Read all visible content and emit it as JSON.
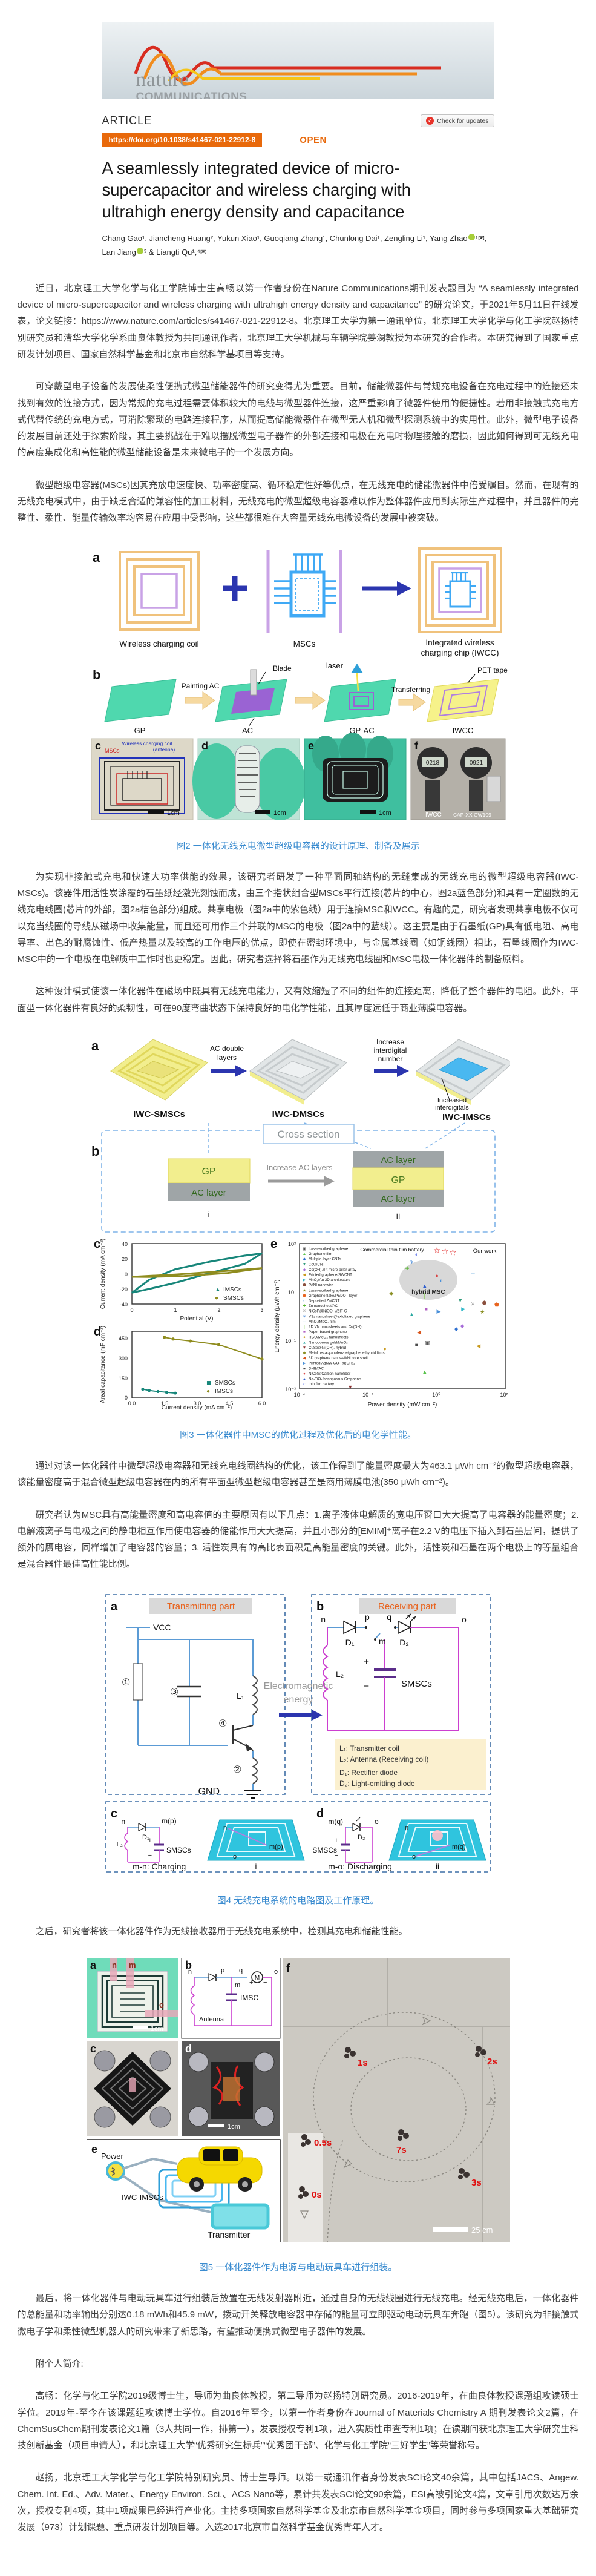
{
  "colors": {
    "accent_orange": "#e8690b",
    "caption_blue": "#3b8cd0",
    "coil_orange": "#f0c27c",
    "purple": "#c9a2e6",
    "msc_blue": "#3fa9f5",
    "teal_sheet": "#4fd8ae",
    "gp_yellow": "#f2ee8e"
  },
  "header": {
    "journal_line1": "nature",
    "journal_line2": "COMMUNICATIONS",
    "article_label": "ARTICLE",
    "doi": "https://doi.org/10.1038/s41467-021-22912-8",
    "open_label": "OPEN",
    "check_updates_label": "Check for updates",
    "title": "A seamlessly integrated device of micro-supercapacitor and wireless charging with ultrahigh energy density and capacitance",
    "authors_part1": "Chang Gao¹, Jiancheng Huang², Yukun Xiao¹, Guoqiang Zhang¹, Chunlong Dai¹, Zengling Li¹, Yang Zhao",
    "authors_part2": "¹✉, Lan Jiang",
    "authors_part3": "³ & Liangti Qu¹,⁴✉"
  },
  "body": {
    "p1": "近日，北京理工大学化学与化工学院博士生高畅以第一作者身份在Nature Communications期刊发表题目为 “A seamlessly integrated device of micro-supercapacitor and wireless charging with ultrahigh energy density and capacitance” 的研究论文，于2021年5月11日在线发表，论文链接：https://www.nature.com/articles/s41467-021-22912-8。北京理工大学为第一通讯单位，北京理工大学化学与化工学院赵扬特别研究员和清华大学化学系曲良体教授为共同通讯作者，北京理工大学机械与车辆学院姜澜教授为本研究的合作者。本研究得到了国家重点研发计划项目、国家自然科学基金和北京市自然科学基项目等支持。",
    "p2": "可穿戴型电子设备的发展使柔性便携式微型储能器件的研究变得尤为重要。目前，储能微器件与常规充电设备在充电过程中的连接还未找到有效的连接方式，因为常规的充电过程需要体积较大的电线与微型器件连接，这严重影响了微器件使用的便捷性。若用非接触式充电方式代替传统的充电方式，可消除繁琐的电路连接程序，从而提高储能微器件在微型无人机和微型探测系统中的实用性。此外，微型电子设备的发展目前还处于探索阶段，其主要挑战在于难以摆脱微型电子器件的外部连接和电极在充电时物理接触的磨损，因此如何得到可无线充电的高度集成化和高性能的微型储能设备是未来微电子的一个发展方向。",
    "p3": "微型超级电容器(MSCs)因其充放电速度快、功率密度高、循环稳定性好等优点，在无线充电的储能微器件中倍受瞩目。然而，在现有的无线充电模式中，由于缺乏合适的兼容性的加工材料，无线充电的微型超级电容器难以作为整体器件应用到实际生产过程中，并且器件的完整性、柔性、能量传输效率均容易在应用中受影响，这些都很难在大容量无线充电微设备的发展中被突破。",
    "p4": "为实现非接触式充电和快速大功率供能的效果，该研究者研发了一种平面同轴结构的无缝集成的无线充电的微型超级电容器(IWC-MSCs)。该器件用活性炭涂覆的石墨纸经激光刻蚀而成，由三个指状组合型MSCs平行连接(芯片的中心，图2a蓝色部分)和具有一定圈数的无线充电线圈(芯片的外部，图2a桔色部分)组成。共享电极（图2a中的紫色线）用于连接MSC和WCC。有趣的是，研究者发现共享电极不仅可以充当线圈的导线从磁场中收集能量，而且还可用作三个并联的MSC的电极（图2a中的蓝线）。这主要是由于石墨纸(GP)具有低电阻、高电导率、出色的耐腐蚀性、低产热量以及较高的工作电压的优点，即使在密封环境中，与金属基线圈（如铜线圈）相比，石墨线圈作为IWC-MSC中的一个电极在电解质中工作时也更稳定。因此，研究者选择将石墨作为无线充电线圈和MSC电极一体化器件的制备原料。",
    "p5": "这种设计模式使该一体化器件在磁场中既具有无线充电能力，又有效缩短了不同的组件的连接距离，降低了整个器件的电阻。此外，平面型一体化器件有良好的柔韧性，可在90度弯曲状态下保持良好的电化学性能，且其厚度远低于商业薄膜电容器。",
    "p6": "通过对该一体化器件中微型超级电容器和无线充电线圈结构的优化，该工作得到了能量密度最大为463.1 μWh cm⁻²的微型超级电容器，该能量密度高于混合微型超级电容器在内的所有平面型微型超级电容器甚至是商用薄膜电池(350 μWh cm⁻²)。",
    "p7": "研究者认为MSC具有高能量密度和高电容值的主要原因有以下几点：1.离子液体电解质的宽电压窗口大大提高了电容器的能量密度；2. 电解液离子与电极之间的静电相互作用使电容器的储能作用大大提高，并且小部分的[EMIM]⁺离子在2.2 V的电压下插入到石墨层间，提供了额外的赝电容，同样增加了电容器的容量；3. 活性炭具有的高比表面积是高能量密度的关键。此外，活性炭和石墨在两个电极上的等量组合是混合器件最佳高性能比例。",
    "p8": "之后，研究者将该一体化器件作为无线接收器用于无线充电系统中，检测其充电和储能性能。",
    "p9": "最后，将一体化器件与电动玩具车进行组装后放置在无线发射器附近，通过自身的无线线圈进行无线充电。经无线充电后，一体化器件的总能量和功率输出分别达0.18 mWh和45.9 mW，拨动开关释放电容器中存储的能量可立即驱动电动玩具车奔跑（图5）。该研究为非接触式微电子学和柔性微型机器人的研究带来了新思路，有望推动便携式微型电子器件的发展。",
    "p10": "附个人简介:",
    "p11": "高畅：化学与化工学院2019级博士生，导师为曲良体教授，第二导师为赵扬特别研究员。2016-2019年，在曲良体教授课题组攻读硕士学位。2019年-至今在该课题组攻读博士学位。自2016年至今，以第一作者身份在Journal of Materials Chemistry A 期刊发表论文2篇，在ChemSusChem期刊发表论文1篇（3人共同一作，排第一），发表授权专利1项，进入实质性审查专利1项；在读期间获北京理工大学研究生科技创新基金（项目申请人），和北京理工大学“优秀研究生标兵”“优秀团干部”、化学与化工学院“三好学生”等荣誉称号。",
    "p12": "赵扬，北京理工大学化学与化工学院特别研究员、博士生导师。以第一或通讯作者身份发表SCI论文40余篇，其中包括JACS、Angew. Chem. Int. Ed.、Adv. Mater.、Energy Environ. Sci.、ACS Nano等，累计共发表SCI论文90余篇，ESI高被引论文4篇，文章引用次数达万余次，授权专利4项，其中1项成果已经进行产业化。主持多项国家自然科学基金及北京市自然科学基金项目，同时参与多项国家重大基础研究发展（973）计划课题、重点研发计划项目等。入选2017北京市自然科学基金优秀青年人才。"
  },
  "figures": {
    "fig2": {
      "caption": "图2 一体化无线充电微型超级电容器的设计原理、制备及展示",
      "labels": {
        "a": "a",
        "coil": "Wireless charging coil",
        "mscs": "MSCs",
        "iwcc1": "Integrated wireless",
        "iwcc2": "charging chip (IWCC)",
        "b": "b",
        "painting": "Painting AC",
        "blade": "Blade",
        "laser": "laser",
        "transferring": "Transferring",
        "pet": "PET tape",
        "gp": "GP",
        "ac": "AC",
        "gpac": "GP-AC",
        "iwcc": "IWCC",
        "c": "c",
        "c_coil1": "Wireless charging coil",
        "c_coil2": "(antenna)",
        "c_mscs": "MSCs",
        "scale": "1cm",
        "d": "d",
        "e": "e",
        "f": "f",
        "f_left": "IWCC",
        "f_right": "CAP-XX GW109",
        "lcd1": "0218",
        "lcd2": "0921"
      }
    },
    "fig3": {
      "caption": "图3 一体化器件中MSC的优化过程及优化后的电化学性能。",
      "labels": {
        "a": "a",
        "arrow1a": "AC double",
        "arrow1b": "layers",
        "arrow2a": "Increase",
        "arrow2b": "interdigital",
        "arrow2c": "number",
        "inc1": "Increased",
        "inc2": "interdigitals",
        "smsc": "IWC-SMSCs",
        "dmsc": "IWC-DMSCs",
        "imsc": "IWC-IMSCs",
        "b": "b",
        "cross": "Cross section",
        "gp": "GP",
        "acl": "AC layer",
        "i": "i",
        "inc_ac": "Increase AC layers",
        "acl2": "AC layer",
        "gp2": "GP",
        "acl3": "AC layer",
        "ii": "ii",
        "c": "c",
        "d": "d",
        "e": "e"
      }
    },
    "fig4": {
      "caption": "图4 无线充电系统的电路图及工作原理。",
      "labels": {
        "a": "a",
        "trans": "Transmitting part",
        "vcc": "VCC",
        "gnd": "GND",
        "l1": "L₁",
        "n1": "①",
        "n2": "②",
        "n3": "③",
        "n4": "④",
        "em1": "Electromagnetic",
        "em2": "energy",
        "b": "b",
        "recv": "Receiving part",
        "n": "n",
        "p": "p",
        "q": "q",
        "o": "o",
        "m": "m",
        "d1": "D₁",
        "d2": "D₂",
        "l2": "L₂",
        "smsc": "SMSCs",
        "plus": "+",
        "minus": "−",
        "leg1": "L₁: Transmitter coil",
        "leg2": "L₂: Antenna (Receiving coil)",
        "leg3": "D₁: Rectifier diode",
        "leg4": "D₂: Light-emitting diode",
        "c": "c",
        "cn": "n",
        "cmp": "m(p)",
        "cd1": "D₁",
        "cl2": "L₂",
        "csm": "SMSCs",
        "cplus": "+",
        "cminus": "−",
        "ccharge": "m-n: Charging",
        "ci": "i",
        "cgn": "n",
        "cgo": "o",
        "cgmp": "m(p)",
        "d": "d",
        "dmq": "m(q)",
        "do": "o",
        "dd2": "D₂",
        "dsm": "SMSCs",
        "dplus": "+",
        "dminus": "−",
        "ddis": "m-o: Discharging",
        "dii": "ii",
        "dgn": "n",
        "dgo": "o",
        "dgmq": "m(q)"
      }
    },
    "fig5": {
      "caption": "图5 一体化器件作为电源与电动玩具车进行组装。",
      "labels": {
        "a": "a",
        "an": "n",
        "am": "m",
        "ao": "o",
        "scale1": "1cm",
        "b": "b",
        "bn": "n",
        "bp": "p",
        "bq": "q",
        "bo": "o",
        "bm": "m",
        "bM": "M",
        "bimsc": "IMSC",
        "bant": "Antenna",
        "bplus": "+",
        "bminus": "−",
        "c": "c",
        "d": "d",
        "scale2": "1cm",
        "e": "e",
        "power": "Power",
        "iwc": "IWC-IMSCs",
        "transmitter": "Transmitter",
        "f": "f",
        "t0": "0s",
        "t05": "0.5s",
        "t1": "1s",
        "t2": "2s",
        "t3": "3s",
        "t7": "7s",
        "scale3": "25 cm"
      }
    }
  },
  "chart_data": [
    {
      "type": "line",
      "panel": "fig3-c",
      "xlabel": "Potential (V)",
      "ylabel": "Current density (mA cm⁻²)",
      "xlim": [
        0,
        3
      ],
      "ylim": [
        -40,
        40
      ],
      "xticks": [
        0,
        1,
        2,
        3
      ],
      "yticks": [
        40,
        20,
        0,
        -20,
        -40
      ],
      "series": [
        {
          "name": "IMSCs",
          "marker": "▲",
          "color": "#17867a",
          "loop": [
            [
              0,
              -25
            ],
            [
              0.4,
              -8
            ],
            [
              1,
              6
            ],
            [
              1.8,
              16
            ],
            [
              2.6,
              24
            ],
            [
              3,
              27
            ],
            [
              2.6,
              13
            ],
            [
              1.8,
              1
            ],
            [
              1,
              -12
            ],
            [
              0.4,
              -20
            ]
          ]
        },
        {
          "name": "SMSCs",
          "marker": "●",
          "color": "#8f8c1e",
          "loop": [
            [
              0,
              -4
            ],
            [
              1,
              -1
            ],
            [
              2,
              3
            ],
            [
              3,
              7.5
            ],
            [
              2.2,
              1
            ],
            [
              1.2,
              -3
            ],
            [
              0.4,
              -4.2
            ]
          ]
        }
      ]
    },
    {
      "type": "line",
      "panel": "fig3-d",
      "xlabel": "Current density (mA cm⁻²)",
      "ylabel": "Areal capacitance (mF cm⁻²)",
      "xlim": [
        0,
        6
      ],
      "ylim": [
        0,
        500
      ],
      "xticks": [
        "0.0",
        "1.5",
        "3.0",
        "4.5",
        "6.0"
      ],
      "yticks": [
        450,
        300,
        150,
        0
      ],
      "series": [
        {
          "name": "SMSCs",
          "marker": "◼",
          "color": "#17867a",
          "x": [
            0.5,
            0.8,
            1.2,
            1.6,
            2.0
          ],
          "y": [
            65,
            56,
            48,
            42,
            36
          ]
        },
        {
          "name": "IMSCs",
          "marker": "●",
          "color": "#8f8c1e",
          "x": [
            1.5,
            1.9,
            2.7,
            4.0,
            6.0
          ],
          "y": [
            455,
            442,
            427,
            400,
            292
          ]
        }
      ]
    },
    {
      "type": "scatter",
      "panel": "fig3-e",
      "xlabel": "Power density (mW cm⁻²)",
      "ylabel": "Energy density (μWh cm⁻²)",
      "xticks": [
        "10⁻⁴",
        "10⁻²",
        "10⁰",
        "10²"
      ],
      "yticks": [
        "10³",
        "10¹",
        "10⁻¹",
        "10⁻³"
      ],
      "annotations": {
        "commercial": "Commercial thin film battery",
        "our_work": "Our work",
        "hybrid": "hybrid MSC"
      },
      "our_work_value_uWh_cm2": 463.1,
      "commercial_battery_value_uWh_cm2": 350,
      "legend": [
        {
          "ch": "▣",
          "color": "#555555",
          "label": "Laser-scribed graphene"
        },
        {
          "ch": "▲",
          "color": "#58c24a",
          "label": "Graphene film"
        },
        {
          "ch": "◆",
          "color": "#2e6fd0",
          "label": "Multiple-layer CNTs"
        },
        {
          "ch": "▼",
          "color": "#2f9a7a",
          "label": "CoO/CNT"
        },
        {
          "ch": "◆",
          "color": "#a66bd8",
          "label": "Co(OH)₂/Pt micro-pillar array"
        },
        {
          "ch": "◀",
          "color": "#c99a1e",
          "label": "Printed graphene/SWCNT"
        },
        {
          "ch": "▶",
          "color": "#30b8c9",
          "label": "MnO₂/Au 3D architecture"
        },
        {
          "ch": "⬢",
          "color": "#8a4f3d",
          "label": "PANI nanowire"
        },
        {
          "ch": "★",
          "color": "#8a8f23",
          "label": "Laser-scribed graphene"
        },
        {
          "ch": "⬟",
          "color": "#e8641f",
          "label": "Graphene flake/PEDOT layer"
        },
        {
          "ch": "◐",
          "color": "#4a90d9",
          "label": "Deposited Zn/CNT"
        },
        {
          "ch": "✚",
          "color": "#58b531",
          "label": "Zn nanosheet/AC"
        },
        {
          "ch": "✕",
          "color": "#9a9a9a",
          "label": "NiCoP@NiOOH//ZIF-C"
        },
        {
          "ch": "✳",
          "color": "#1e6fd0",
          "label": "VS₂ nanosheet@exfoliated graphene"
        },
        {
          "ch": "─",
          "color": "#9ec7e8",
          "label": "MnO₂/MoO₂ film"
        },
        {
          "ch": "❘",
          "color": "#7ac943",
          "label": "2D VN nanosheets and Co(OH)₂"
        },
        {
          "ch": "■",
          "color": "#b05fc2",
          "label": "Paper-based graphene"
        },
        {
          "ch": "●",
          "color": "#c99a1e",
          "label": "RGO/MoO₃ nanosheets"
        },
        {
          "ch": "▲",
          "color": "#28a8a0",
          "label": "Nanoporous gold/MnO₂"
        },
        {
          "ch": "▼",
          "color": "#8a3030",
          "label": "CuSe@Ni(OH)₂ hybrid"
        },
        {
          "ch": "◆",
          "color": "#8a8f23",
          "label": "Metal hexacyanoferrate/graphene hybrid films"
        },
        {
          "ch": "◀",
          "color": "#d9571e",
          "label": "3D graphene nanowall/Ni core shell"
        },
        {
          "ch": "▶",
          "color": "#4a90d9",
          "label": "Printed AgNW-GO-Ru(OH)₃"
        },
        {
          "ch": "■",
          "color": "#4a4a4a",
          "label": "DHB//AC"
        },
        {
          "ch": "●",
          "color": "#d94040",
          "label": "NiCoS//Carbon nanofiber"
        },
        {
          "ch": "▲",
          "color": "#2f5fd0",
          "label": "Na₄TiO₄/nanoporous Graphene"
        },
        {
          "ch": "◐",
          "color": "#1f3ce0",
          "label": "thin film battery"
        }
      ],
      "points": [
        {
          "p": 2.2,
          "e": 480,
          "ch": "☆",
          "color": "#e0201f",
          "s": 14
        },
        {
          "p": 4.0,
          "e": 430,
          "ch": "☆",
          "color": "#e0201f",
          "s": 14
        },
        {
          "p": 7.0,
          "e": 390,
          "ch": "☆",
          "color": "#e0201f",
          "s": 14
        },
        {
          "p": 0.5,
          "e": 350,
          "ch": "◐",
          "color": "#1f3ce0"
        },
        {
          "p": 0.35,
          "e": 170,
          "ch": "✳",
          "color": "#1e6fd0"
        },
        {
          "p": 0.25,
          "e": 95,
          "ch": "✚",
          "color": "#58b531"
        },
        {
          "p": 0.9,
          "e": 7,
          "ch": "❘",
          "color": "#7ac943"
        },
        {
          "p": 30,
          "e": 60,
          "ch": "─",
          "color": "#9ec7e8"
        },
        {
          "p": 0.35,
          "e": 1.2,
          "ch": "▲",
          "color": "#28a8a0"
        },
        {
          "p": 1,
          "e": 2,
          "ch": "■",
          "color": "#b05fc2"
        },
        {
          "p": 0.08,
          "e": 9,
          "ch": "◆",
          "color": "#8a8f23"
        },
        {
          "p": 70,
          "e": 3.5,
          "ch": "⬢",
          "color": "#8a4f3d"
        },
        {
          "p": 170,
          "e": 3,
          "ch": "⬟",
          "color": "#e8641f"
        },
        {
          "p": 60,
          "e": 1.5,
          "ch": "★",
          "color": "#8a8f23"
        },
        {
          "p": 45,
          "e": 0.06,
          "ch": "◀",
          "color": "#c99a1e"
        },
        {
          "p": 15,
          "e": 2,
          "ch": "▶",
          "color": "#30b8c9"
        },
        {
          "p": 12,
          "e": 4.5,
          "ch": "▼",
          "color": "#2f9a7a"
        },
        {
          "p": 14,
          "e": 0.4,
          "ch": "◆",
          "color": "#a66bd8"
        },
        {
          "p": 9,
          "e": 0.3,
          "ch": "◆",
          "color": "#2e6fd0"
        },
        {
          "p": 3,
          "e": 30,
          "ch": "◐",
          "color": "#4a90d9"
        },
        {
          "p": 30,
          "e": 3.2,
          "ch": "✕",
          "color": "#9a9a9a"
        },
        {
          "p": 0.9,
          "e": 18,
          "ch": "▲",
          "color": "#2f5fd0"
        },
        {
          "p": 0.004,
          "e": 0.0012,
          "ch": "▼",
          "color": "#8a3030"
        },
        {
          "p": 0.5,
          "e": 0.065,
          "ch": "■",
          "color": "#4a4a4a"
        },
        {
          "p": 0.9,
          "e": 0.005,
          "ch": "▲",
          "color": "#58c24a"
        },
        {
          "p": 0.6,
          "e": 0.22,
          "ch": "◀",
          "color": "#d9571e"
        },
        {
          "p": 2.5,
          "e": 1.6,
          "ch": "▶",
          "color": "#4a90d9"
        },
        {
          "p": 0.05,
          "e": 0.045,
          "ch": "●",
          "color": "#c99a1e"
        },
        {
          "p": 2.2,
          "e": 48,
          "ch": "●",
          "color": "#d94040"
        },
        {
          "p": 1.1,
          "e": 0.08,
          "ch": "▣",
          "color": "#555555"
        }
      ]
    }
  ]
}
